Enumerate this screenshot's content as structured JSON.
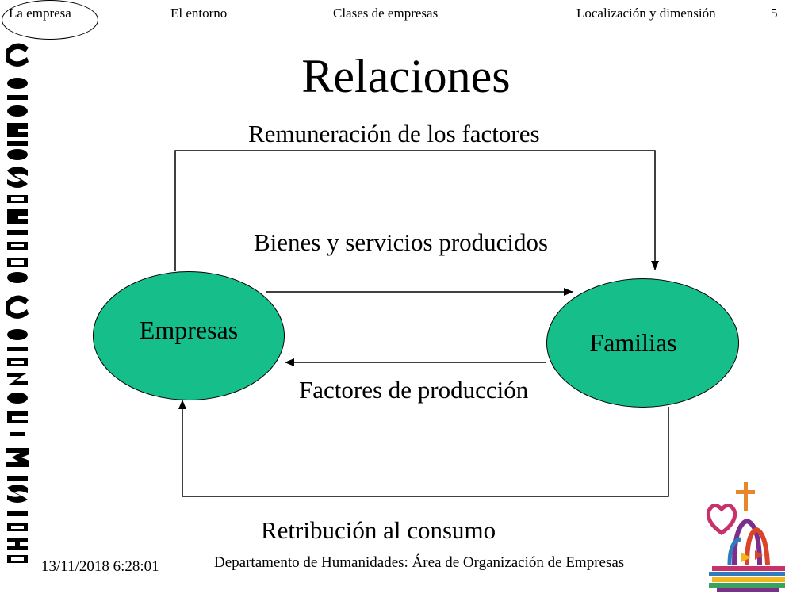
{
  "nav": {
    "items": [
      "La empresa",
      "El entorno",
      "Clases de empresas",
      "Localización y dimensión"
    ],
    "current": "La empresa",
    "slide_number": "5"
  },
  "slide": {
    "title": "Relaciones"
  },
  "diagram": {
    "nodes": [
      {
        "id": "empresas",
        "label": "Empresas"
      },
      {
        "id": "familias",
        "label": "Familias"
      }
    ],
    "flows": [
      {
        "label": "Remuneración de los factores",
        "from": "empresas",
        "to": "familias",
        "route": "outer-top"
      },
      {
        "label": "Bienes y servicios producidos",
        "from": "empresas",
        "to": "familias",
        "route": "inner-top"
      },
      {
        "label": "Factores de producción",
        "from": "familias",
        "to": "empresas",
        "route": "inner-bottom"
      },
      {
        "label": "Retribución al consumo",
        "from": "familias",
        "to": "empresas",
        "route": "outer-bottom"
      }
    ],
    "node_color": "#16bf8a"
  },
  "sidebar": {
    "vertical_text": "Colegio Sagrado Corazón - Misiata"
  },
  "footer": {
    "datetime": "13/11/2018 6:28:01",
    "department": "Departamento de Humanidades: Área de Organización de Empresas"
  }
}
